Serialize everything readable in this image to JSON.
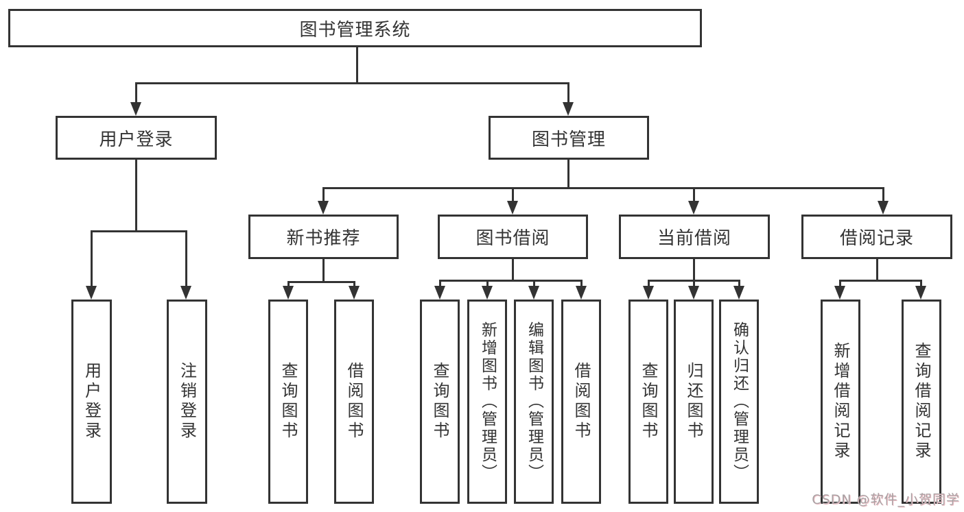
{
  "diagram": {
    "title": "图书管理系统",
    "root": {
      "label": "图书管理系统"
    },
    "login": {
      "label": "用户登录",
      "children": [
        {
          "label": "用户登录"
        },
        {
          "label": "注销登录"
        }
      ]
    },
    "management": {
      "label": "图书管理",
      "sections": [
        {
          "label": "新书推荐",
          "children": [
            {
              "label": "查询图书"
            },
            {
              "label": "借阅图书"
            }
          ]
        },
        {
          "label": "图书借阅",
          "children": [
            {
              "label": "查询图书"
            },
            {
              "label": "新增图书（管理员）"
            },
            {
              "label": "编辑图书（管理员）"
            },
            {
              "label": "借阅图书"
            }
          ]
        },
        {
          "label": "当前借阅",
          "children": [
            {
              "label": "查询图书"
            },
            {
              "label": "归还图书"
            },
            {
              "label": "确认归还（管理员）"
            }
          ]
        },
        {
          "label": "借阅记录",
          "children": [
            {
              "label": "新增借阅记录"
            },
            {
              "label": "查询借阅记录"
            }
          ]
        }
      ]
    }
  },
  "watermark": {
    "text": "CSDN @软件_小贺同学"
  },
  "colors": {
    "line": "#333333",
    "background": "#ffffff",
    "watermark": "#a9a2a4"
  }
}
